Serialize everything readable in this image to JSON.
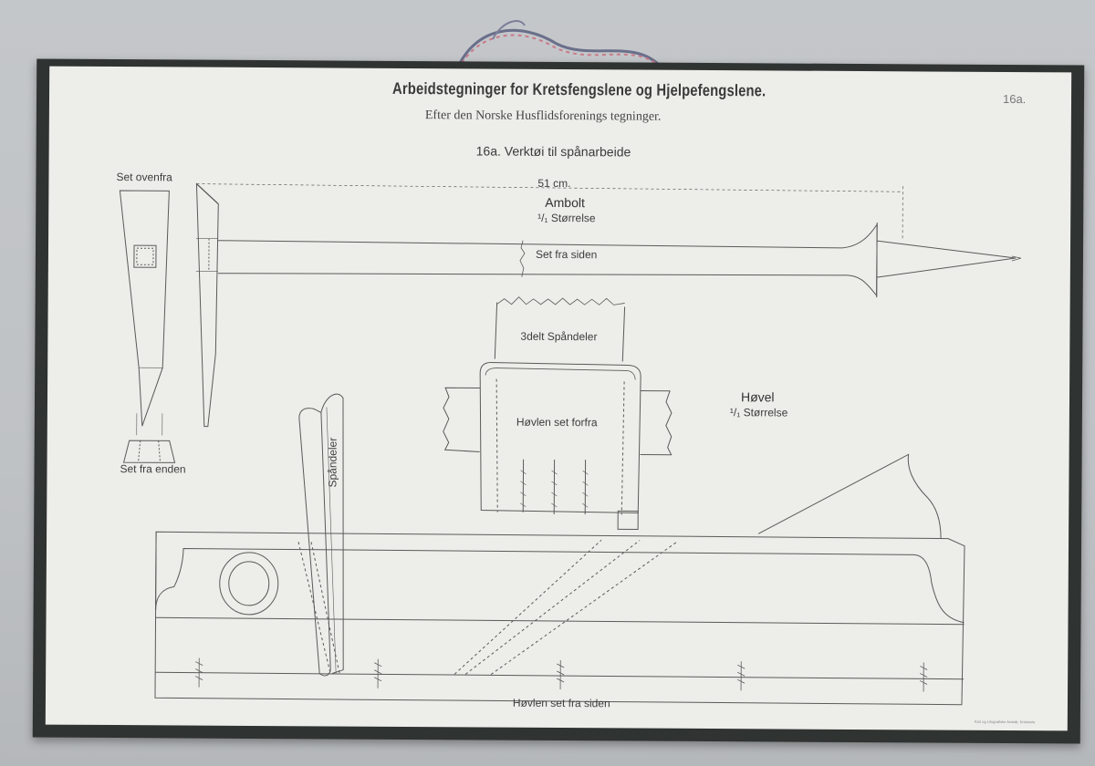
{
  "sheet": {
    "title": "Arbeidstegninger for Kretsfengslene og Hjelpefengslene.",
    "subtitle": "Efter den Norske Husflidsforenings tegninger.",
    "heading": "16a. Verktøi til spånarbeide",
    "plate_number": "16a.",
    "printer_credit": "Kart og Litografiske Anstalt, Kristiania"
  },
  "labels": {
    "set_ovenfra": "Set ovenfra",
    "set_fra_enden": "Set fra enden",
    "dimension": "51 cm.",
    "ambolt": "Ambolt",
    "ambolt_scale": "¹/₁ Størrelse",
    "set_fra_siden": "Set fra siden",
    "tredelt_spandeler": "3delt Spåndeler",
    "hovlen_forfra": "Høvlen set forfra",
    "hovel": "Høvel",
    "hovel_scale": "¹/₁ Størrelse",
    "spandeler": "Spåndeler",
    "hovlen_siden": "Høvlen set fra siden"
  },
  "colors": {
    "paper": "#ededea",
    "ink": "#5a5a58",
    "board": "#2f3331"
  }
}
